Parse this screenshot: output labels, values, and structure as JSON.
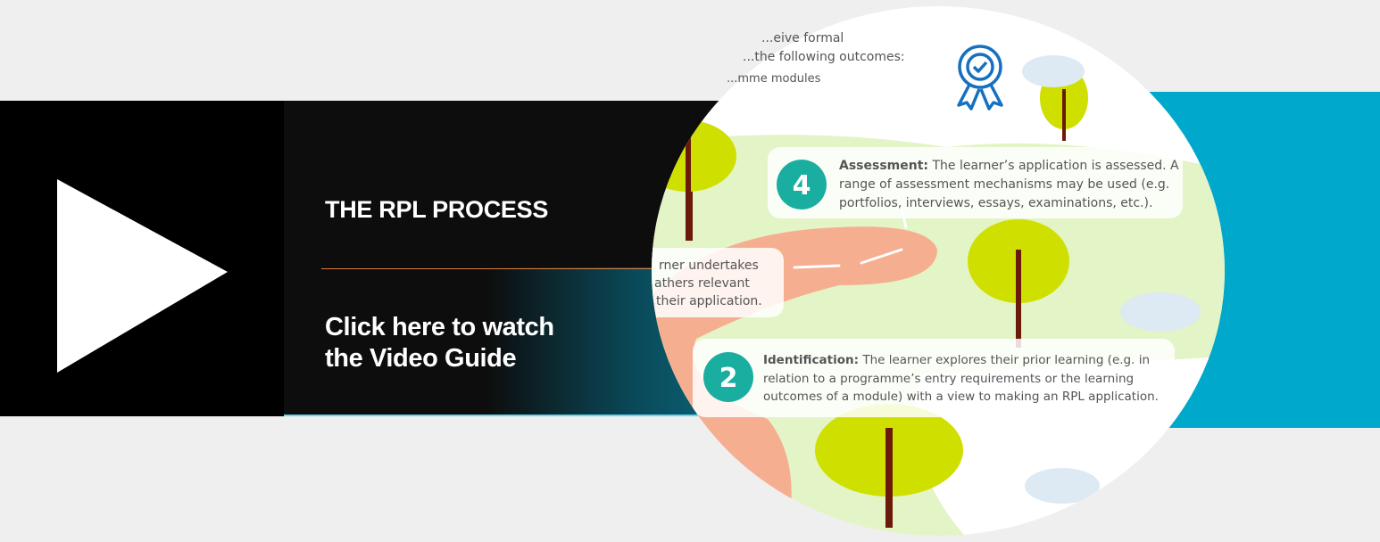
{
  "banner": {
    "title": "THE RPL PROCESS",
    "cta_line1": "Click here to watch",
    "cta_line2": "the Video Guide",
    "play_icon": "play-icon"
  },
  "infographic": {
    "top_text": [
      "...eive formal",
      "...the following outcomes:",
      "...mme modules"
    ],
    "step4": {
      "number": "4",
      "label": "Assessment:",
      "lines": [
        " The learner’s application is assessed. A",
        "range of assessment mechanisms may be used (e.g.",
        "portfolios, interviews, essays, examinations, etc.)."
      ]
    },
    "step3": {
      "lines": [
        "rner undertakes",
        "athers relevant",
        "their application."
      ]
    },
    "step2": {
      "number": "2",
      "label": "Identification:",
      "lines": [
        " The learner explores their prior learning (e.g. in",
        "relation to a programme’s entry requirements or the learning",
        "outcomes of a module) with a view to making an RPL application."
      ]
    },
    "badge_icon": "award-ribbon-icon"
  },
  "colors": {
    "teal": "#00a8cc",
    "step_circle": "#1aaea0",
    "path": "#f6ae90",
    "grass": "#e3f4c6",
    "tree": "#cfe000"
  }
}
